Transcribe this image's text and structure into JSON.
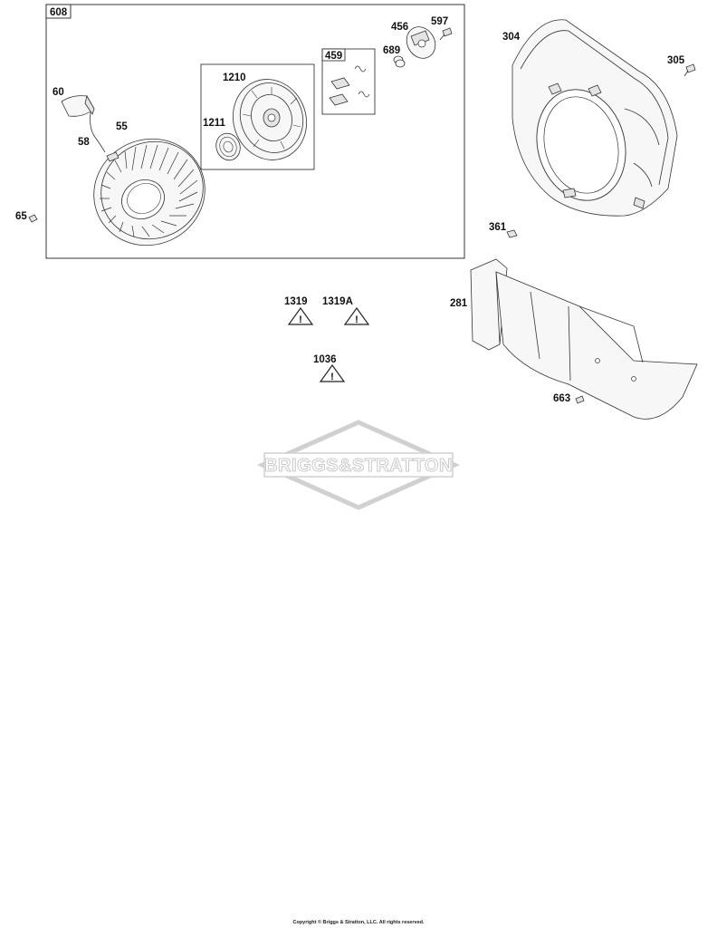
{
  "groups": {
    "kit_608": "608",
    "kit_459": "459"
  },
  "callouts": {
    "c60": "60",
    "c58": "58",
    "c55": "55",
    "c65": "65",
    "c1210": "1210",
    "c1211": "1211",
    "c456": "456",
    "c597": "597",
    "c689": "689",
    "c304": "304",
    "c305": "305",
    "c361": "361",
    "c281": "281",
    "c663": "663",
    "c1319": "1319",
    "c1319a": "1319A",
    "c1036": "1036"
  },
  "watermark": {
    "brand": "BRIGGS&STRATTON"
  },
  "footer": {
    "copyright": "Copyright © Briggs & Stratton, LLC. All rights reserved."
  }
}
